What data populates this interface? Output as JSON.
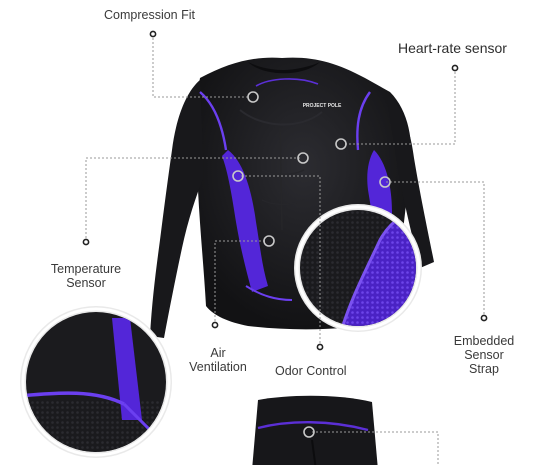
{
  "brand": {
    "logo_text": "PROJECT POLE"
  },
  "features": {
    "compression_fit": "Compression Fit",
    "heart_rate_sensor": "Heart-rate sensor",
    "temperature_sensor": [
      "Temperature",
      "Sensor"
    ],
    "air_ventilation": [
      "Air",
      "Ventilation"
    ],
    "odor_control": "Odor Control",
    "embedded_sensor_strap": [
      "Embedded",
      "Sensor",
      "Strap"
    ]
  },
  "colors": {
    "fabric": "#1c1c1f",
    "fabric_dark": "#101012",
    "accent": "#5b2fd6",
    "accent_light": "#7b52f0",
    "leader_line": "#9a9a9a",
    "marker_ring": "#c8c8c8",
    "text": "#3a3a3a"
  },
  "icons": [
    "feature-marker-icon",
    "leader-endpoint-icon"
  ]
}
